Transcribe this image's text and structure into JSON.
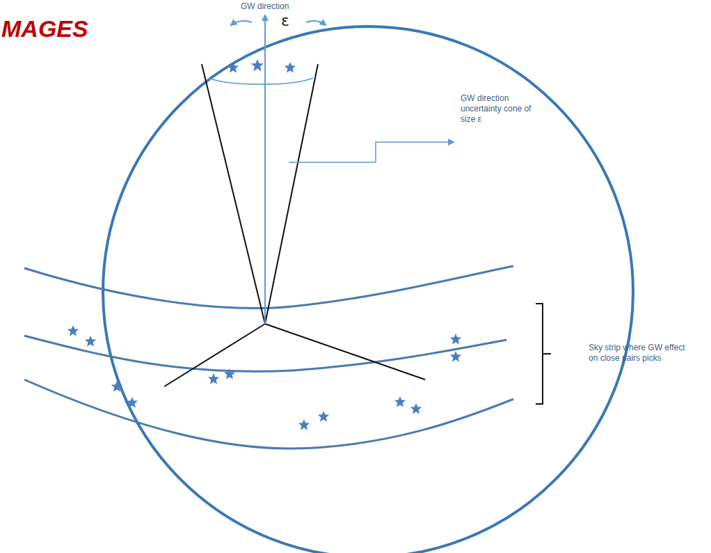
{
  "diagram": {
    "title": "MAGES",
    "labels": [
      "GW direction",
      "ε",
      "GW direction uncertainty cone of size ε",
      "Sky strip where GW effect on close pairs picks"
    ]
  }
}
